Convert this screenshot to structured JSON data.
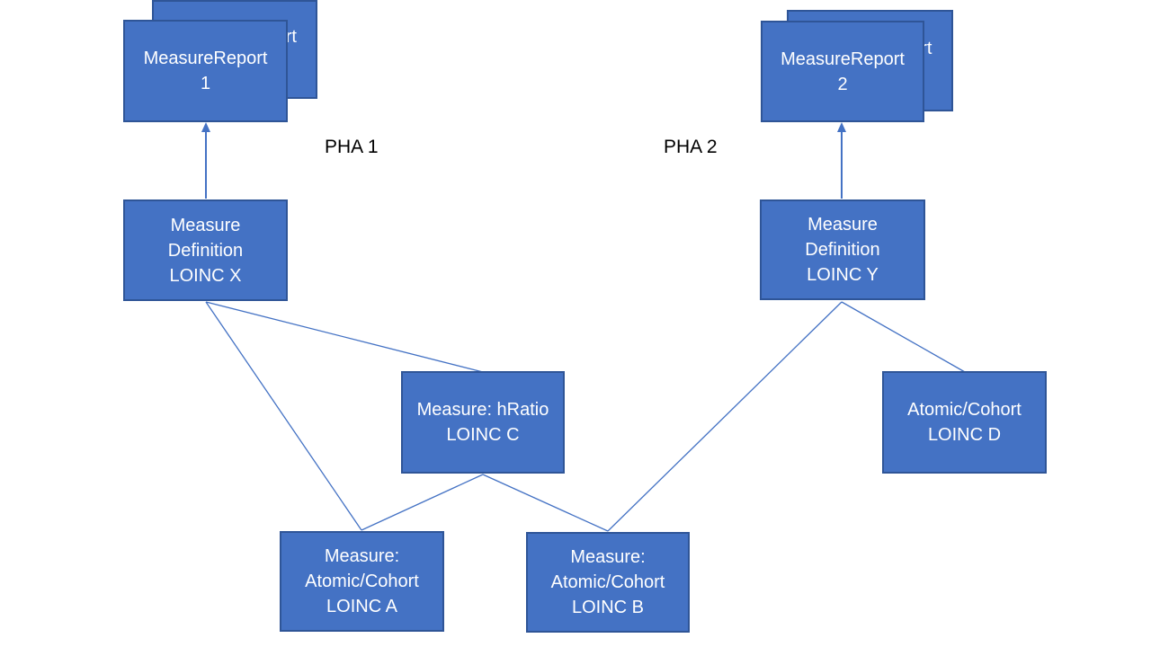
{
  "diagram": {
    "title": "Measure / MeasureReport relationship diagram",
    "colors": {
      "node_fill": "#4472C4",
      "node_border": "#2F5597",
      "connector": "#4472C4",
      "node_text": "#FFFFFF",
      "label_text": "#000000",
      "background": "#FFFFFF"
    },
    "region_labels": {
      "pha_1": "PHA 1",
      "pha_2": "PHA 2"
    },
    "nodes": {
      "measure_report_1": {
        "lines": [
          "MeasureReport",
          "1"
        ]
      },
      "measure_report_2": {
        "lines": [
          "MeasureReport",
          "2"
        ]
      },
      "measure_definition_x": {
        "lines": [
          "Measure",
          "Definition",
          "LOINC X"
        ]
      },
      "measure_definition_y": {
        "lines": [
          "Measure",
          "Definition",
          "LOINC Y"
        ]
      },
      "measure_hratio_c": {
        "lines": [
          "Measure: hRatio",
          "LOINC C"
        ]
      },
      "atomic_cohort_d": {
        "lines": [
          "Atomic/Cohort",
          "LOINC D"
        ]
      },
      "measure_atomic_a": {
        "lines": [
          "Measure:",
          "Atomic/Cohort",
          "LOINC A"
        ]
      },
      "measure_atomic_b": {
        "lines": [
          "Measure:",
          "Atomic/Cohort",
          "LOINC B"
        ]
      }
    },
    "edges": [
      {
        "from": "measure_definition_x",
        "to": "measure_report_1",
        "type": "arrow"
      },
      {
        "from": "measure_definition_y",
        "to": "measure_report_2",
        "type": "arrow"
      },
      {
        "from": "measure_definition_x",
        "to": "measure_hratio_c",
        "type": "line"
      },
      {
        "from": "measure_definition_x",
        "to": "measure_atomic_a",
        "type": "line"
      },
      {
        "from": "measure_hratio_c",
        "to": "measure_atomic_a",
        "type": "line"
      },
      {
        "from": "measure_hratio_c",
        "to": "measure_atomic_b",
        "type": "line"
      },
      {
        "from": "measure_definition_y",
        "to": "measure_atomic_b",
        "type": "line"
      },
      {
        "from": "measure_definition_y",
        "to": "atomic_cohort_d",
        "type": "line"
      }
    ]
  }
}
